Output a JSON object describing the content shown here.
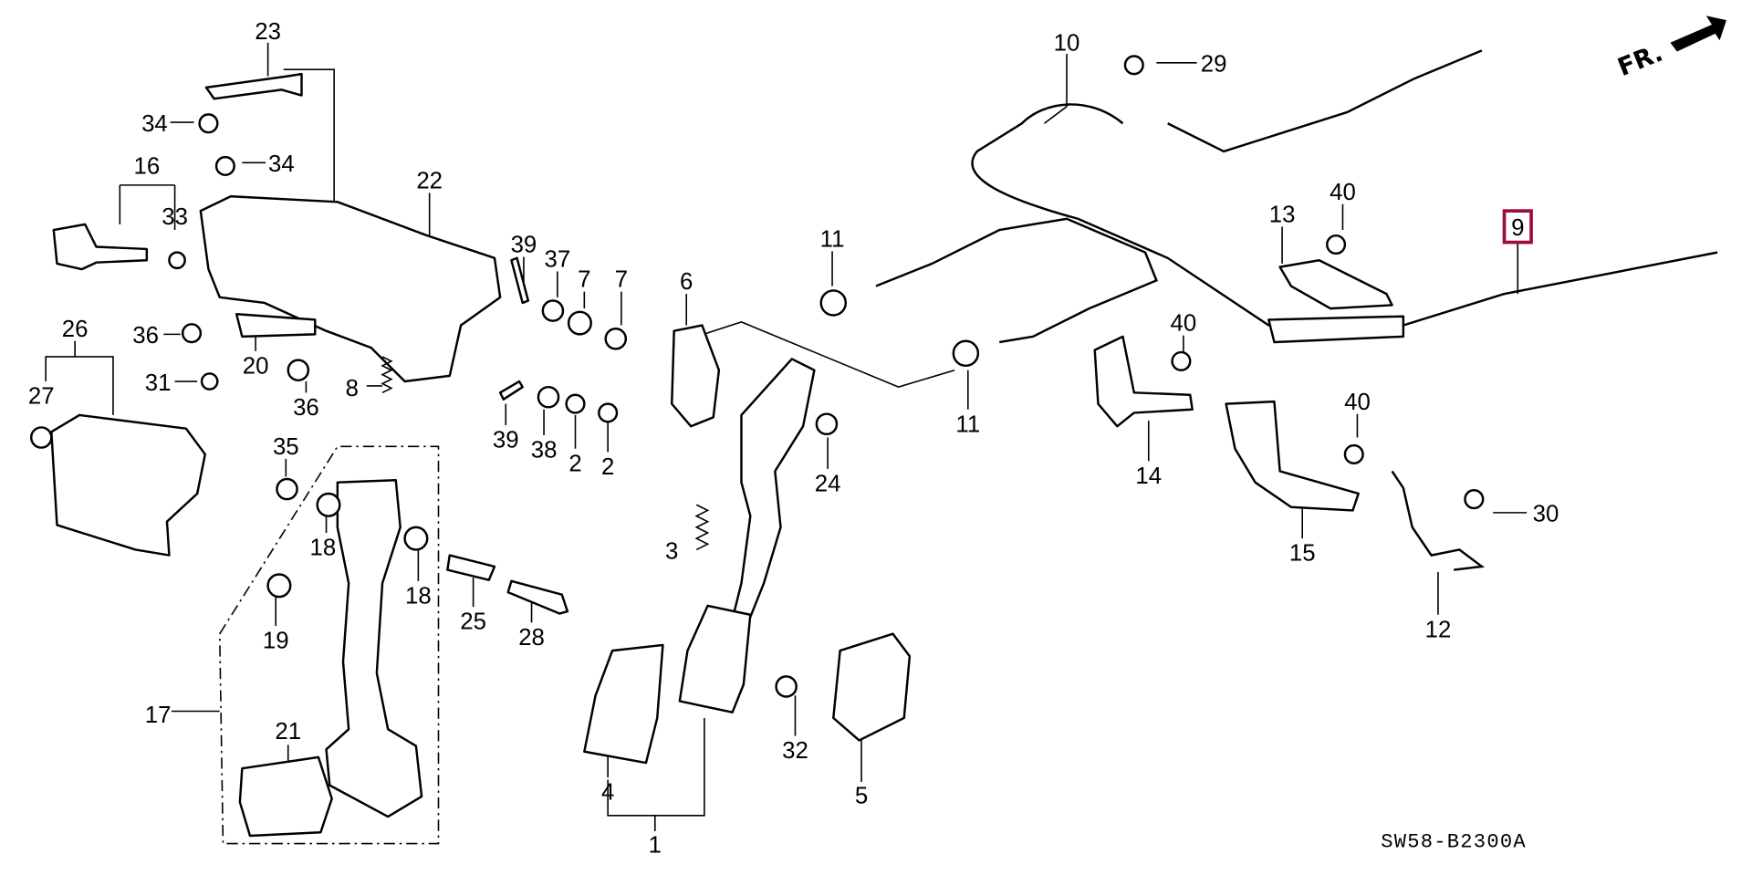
{
  "diagram_code": "SW58-B2300A",
  "direction_label": "FR.",
  "highlighted_callout": "9",
  "highlight_color": "#9b0d3a",
  "callouts": [
    "1",
    "2",
    "2",
    "3",
    "4",
    "5",
    "6",
    "7",
    "7",
    "8",
    "9",
    "10",
    "11",
    "11",
    "12",
    "13",
    "14",
    "15",
    "16",
    "17",
    "18",
    "18",
    "19",
    "20",
    "21",
    "22",
    "23",
    "24",
    "25",
    "26",
    "27",
    "28",
    "29",
    "30",
    "31",
    "32",
    "33",
    "34",
    "34",
    "35",
    "36",
    "36",
    "37",
    "38",
    "39",
    "39",
    "40",
    "40",
    "40"
  ]
}
